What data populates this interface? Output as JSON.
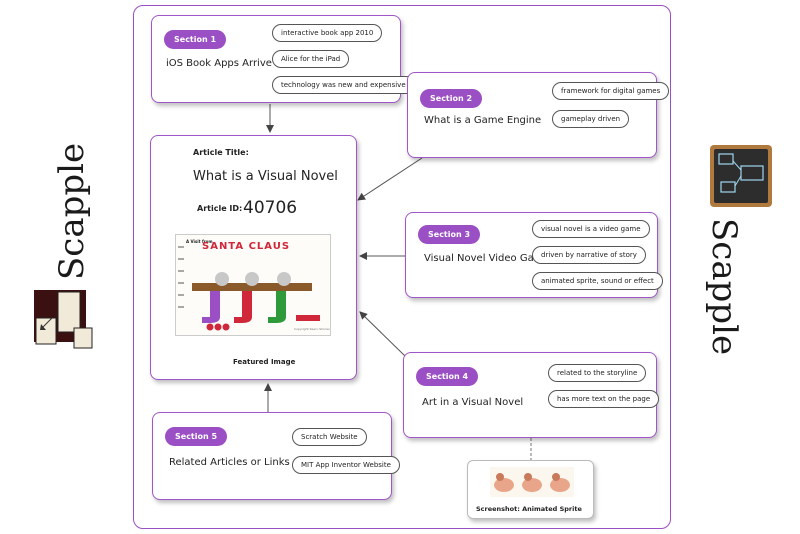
{
  "brand": {
    "left_text": "Scapple",
    "right_text": "Scapple"
  },
  "article": {
    "title_label": "Article Title:",
    "title": "What is a Visual Novel",
    "id_label": "Article ID:",
    "id_value": "40706",
    "image_caption": "Featured Image",
    "image_banner_small": "A Visit from",
    "image_banner_large": "SANTA CLAUS",
    "image_copyright": "Copyright Kaeru Stories"
  },
  "section1": {
    "badge": "Section 1",
    "topic": "iOS Book Apps Arrive",
    "notes": [
      "interactive book app 2010",
      "Alice for the iPad",
      "technology was new and expensive"
    ]
  },
  "section2": {
    "badge": "Section 2",
    "topic": "What is a Game Engine",
    "notes": [
      "framework for digital games",
      "gameplay driven"
    ]
  },
  "section3": {
    "badge": "Section 3",
    "topic": "Visual Novel Video Game",
    "notes": [
      "visual novel is a video game",
      "driven by narrative of story",
      "animated sprite, sound or effect"
    ]
  },
  "section4": {
    "badge": "Section 4",
    "topic": "Art in a Visual Novel",
    "notes": [
      "related to the storyline",
      "has more text on the page"
    ]
  },
  "section5": {
    "badge": "Section 5",
    "topic": "Related Articles or Links",
    "notes": [
      "Scratch Website",
      "MIT App Inventor Website"
    ]
  },
  "screenshot": {
    "caption": "Screenshot: Animated Sprite"
  },
  "colors": {
    "accent": "#9b4fc4",
    "frame": "#9b4fc4"
  }
}
